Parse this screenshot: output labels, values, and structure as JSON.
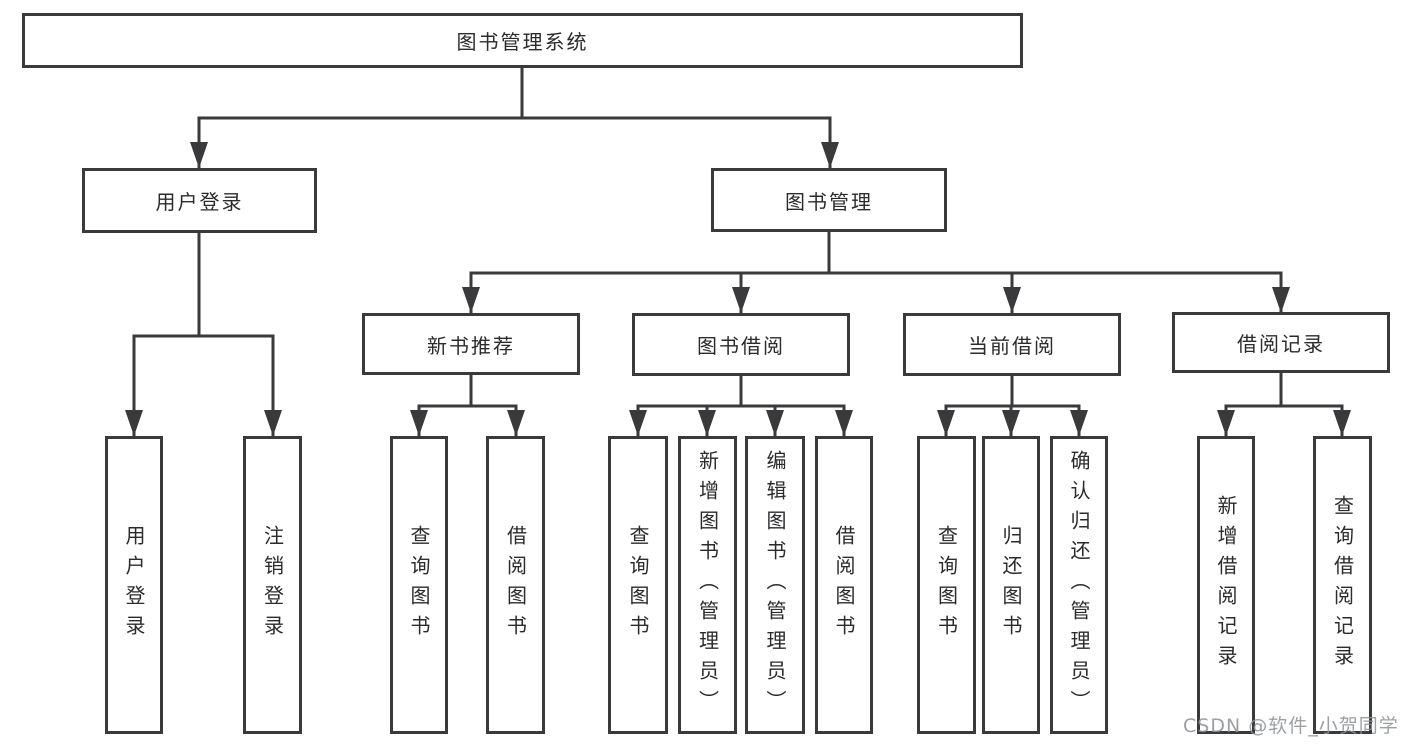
{
  "diagram": {
    "root": {
      "label": "图书管理系统"
    },
    "level2": [
      {
        "label": "用户登录",
        "children": [
          {
            "label": "用户登录"
          },
          {
            "label": "注销登录"
          }
        ]
      },
      {
        "label": "图书管理",
        "children": [
          {
            "label": "新书推荐",
            "children": [
              {
                "label": "查询图书"
              },
              {
                "label": "借阅图书"
              }
            ]
          },
          {
            "label": "图书借阅",
            "children": [
              {
                "label": "查询图书"
              },
              {
                "label": "新增图书（管理员）"
              },
              {
                "label": "编辑图书（管理员）"
              },
              {
                "label": "借阅图书"
              }
            ]
          },
          {
            "label": "当前借阅",
            "children": [
              {
                "label": "查询图书"
              },
              {
                "label": "归还图书"
              },
              {
                "label": "确认归还（管理员）"
              }
            ]
          },
          {
            "label": "借阅记录",
            "children": [
              {
                "label": "新增借阅记录"
              },
              {
                "label": "查询借阅记录"
              }
            ]
          }
        ]
      }
    ]
  },
  "watermark": {
    "text": "CSDN @软件_小贺同学"
  },
  "colors": {
    "line": "#3a3a3c",
    "box_border": "#3a3a3c",
    "text": "#2b2b2e",
    "watermark": "#8e9399",
    "background": "#ffffff"
  }
}
